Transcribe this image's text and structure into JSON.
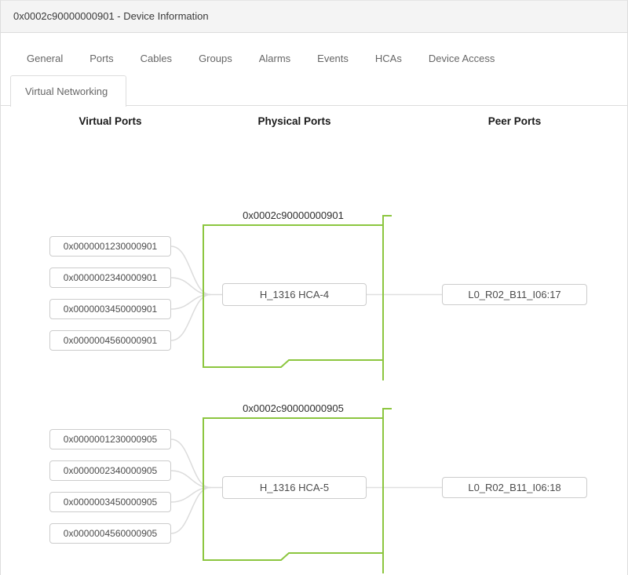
{
  "window": {
    "title": "0x0002c90000000901 - Device Information"
  },
  "tabs": {
    "row1": [
      "General",
      "Ports",
      "Cables",
      "Groups",
      "Alarms",
      "Events",
      "HCAs",
      "Device Access"
    ],
    "active": "Virtual Networking"
  },
  "columns": {
    "virtual": "Virtual Ports",
    "physical": "Physical Ports",
    "peer": "Peer Ports"
  },
  "colors": {
    "device_outline_green": "#8cc63f",
    "connector_gray": "#dcdcdc"
  },
  "sections": [
    {
      "device_guid": "0x0002c90000000901",
      "virtual_ports": [
        "0x0000001230000901",
        "0x0000002340000901",
        "0x0000003450000901",
        "0x0000004560000901"
      ],
      "physical_port": "H_1316 HCA-4",
      "peer_port": "L0_R02_B11_I06:17"
    },
    {
      "device_guid": "0x0002c90000000905",
      "virtual_ports": [
        "0x0000001230000905",
        "0x0000002340000905",
        "0x0000003450000905",
        "0x0000004560000905"
      ],
      "physical_port": "H_1316 HCA-5",
      "peer_port": "L0_R02_B11_I06:18"
    }
  ]
}
